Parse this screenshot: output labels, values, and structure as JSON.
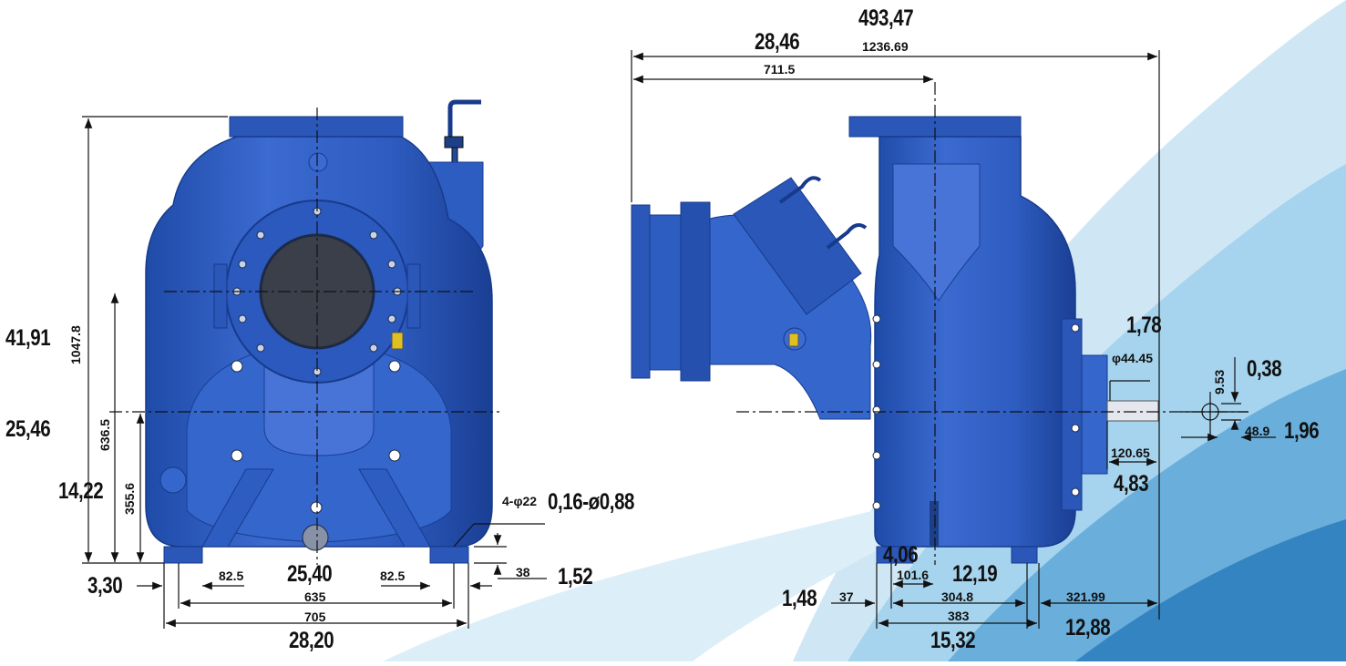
{
  "colors": {
    "pump_body": "#2f5fc4",
    "pump_dark": "#173a8c",
    "pump_light": "#5b86dd",
    "background_wave": "#9fd0ec",
    "background_wave_dark": "#3c8fc8",
    "dimension_line": "#111111"
  },
  "front_view": {
    "height_overall_mm": "1047.8",
    "height_overall_in": "41,91",
    "suction_center_height_mm": "636.5",
    "shaft_center_height_mm": "355.6",
    "shaft_center_height_in": "14,22",
    "suction_center_height_in": "25,46",
    "foot_offset_in": "3,30",
    "foot_inset_left_mm": "82.5",
    "center_in": "25,40",
    "foot_inset_right_mm": "82.5",
    "mount_hole_spacing_mm": "635",
    "base_width_mm": "705",
    "base_width_in": "28,20",
    "bolt_holes_mm": "4-φ22",
    "bolt_holes_in": "0,16-ø0,88",
    "foot_height_mm": "38",
    "foot_height_in": "1,52"
  },
  "side_view": {
    "overall_length_top_in": "493,47",
    "discharge_offset_in": "28,46",
    "overall_length_mm": "1236.69",
    "discharge_offset_mm": "711.5",
    "shaft_extension_in": "1,78",
    "shaft_diameter_mm": "φ44.45",
    "key_height_mm": "9.53",
    "key_height_in": "0,38",
    "key_width_mm": "48.9",
    "key_width_in": "1,96",
    "shaft_length_mm": "120.65",
    "shaft_length_in": "4,83",
    "foot_offset_in": "4,06",
    "foot_offset_mm": "101.6",
    "foot_spacing_in": "12,19",
    "foot_spacing_mm": "304.8",
    "foot_edge_in": "1,48",
    "foot_edge_mm": "37",
    "base_length_mm": "383",
    "base_length_in": "15,32",
    "shaft_end_mm": "321.99",
    "shaft_end_in": "12,88"
  }
}
